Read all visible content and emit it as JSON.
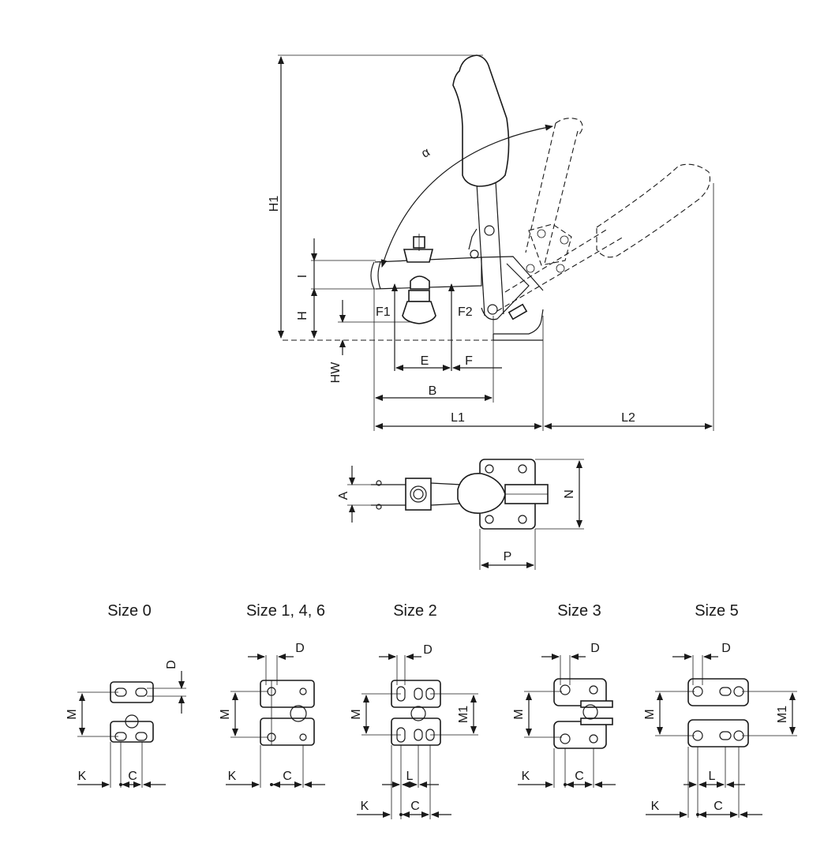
{
  "side_view": {
    "labels": {
      "H1": "H1",
      "I": "I",
      "H": "H",
      "HW": "HW",
      "alpha": "α",
      "F1": "F1",
      "F2": "F2",
      "E": "E",
      "F": "F",
      "B": "B",
      "L1": "L1",
      "L2": "L2"
    }
  },
  "top_view": {
    "labels": {
      "A": "A",
      "N": "N",
      "P": "P"
    }
  },
  "sizes": [
    {
      "title": "Size 0",
      "labels": {
        "D": "D",
        "M": "M",
        "K": "K",
        "C": "C"
      }
    },
    {
      "title": "Size 1, 4, 6",
      "labels": {
        "D": "D",
        "M": "M",
        "K": "K",
        "C": "C"
      }
    },
    {
      "title": "Size 2",
      "labels": {
        "D": "D",
        "M": "M",
        "M1": "M1",
        "L": "L",
        "K": "K",
        "C": "C"
      }
    },
    {
      "title": "Size 3",
      "labels": {
        "D": "D",
        "M": "M",
        "K": "K",
        "C": "C"
      }
    },
    {
      "title": "Size 5",
      "labels": {
        "D": "D",
        "M": "M",
        "M1": "M1",
        "L": "L",
        "K": "K",
        "C": "C"
      }
    }
  ]
}
